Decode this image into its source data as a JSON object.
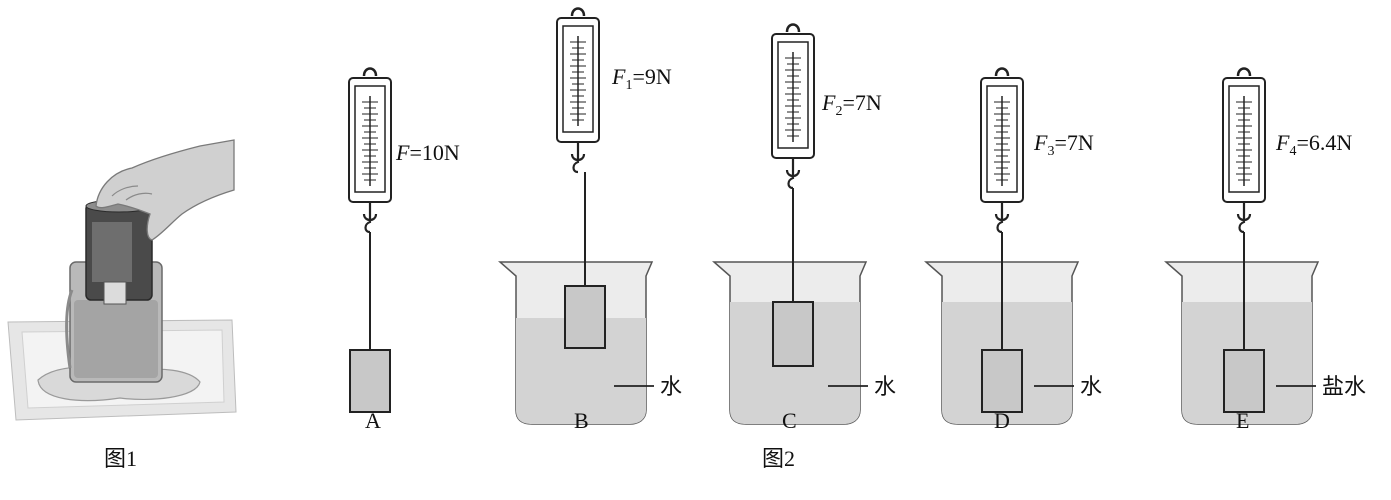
{
  "figure1": {
    "caption": "图1"
  },
  "figure2": {
    "caption": "图2"
  },
  "setups": [
    {
      "letter": "A",
      "force_symbol": "F",
      "force_sub": "",
      "force_value": "=10N",
      "liquid": ""
    },
    {
      "letter": "B",
      "force_symbol": "F",
      "force_sub": "1",
      "force_value": "=9N",
      "liquid": "水"
    },
    {
      "letter": "C",
      "force_symbol": "F",
      "force_sub": "2",
      "force_value": "=7N",
      "liquid": "水"
    },
    {
      "letter": "D",
      "force_symbol": "F",
      "force_sub": "3",
      "force_value": "=7N",
      "liquid": "水"
    },
    {
      "letter": "E",
      "force_symbol": "F",
      "force_sub": "4",
      "force_value": "=6.4N",
      "liquid": "盐水"
    }
  ],
  "colors": {
    "stroke": "#222222",
    "block_fill": "#c8c8c8",
    "liquid_fill": "#d6d6d6",
    "beaker_fill": "#eeeeee",
    "photo_dark": "#3a3a3a"
  }
}
